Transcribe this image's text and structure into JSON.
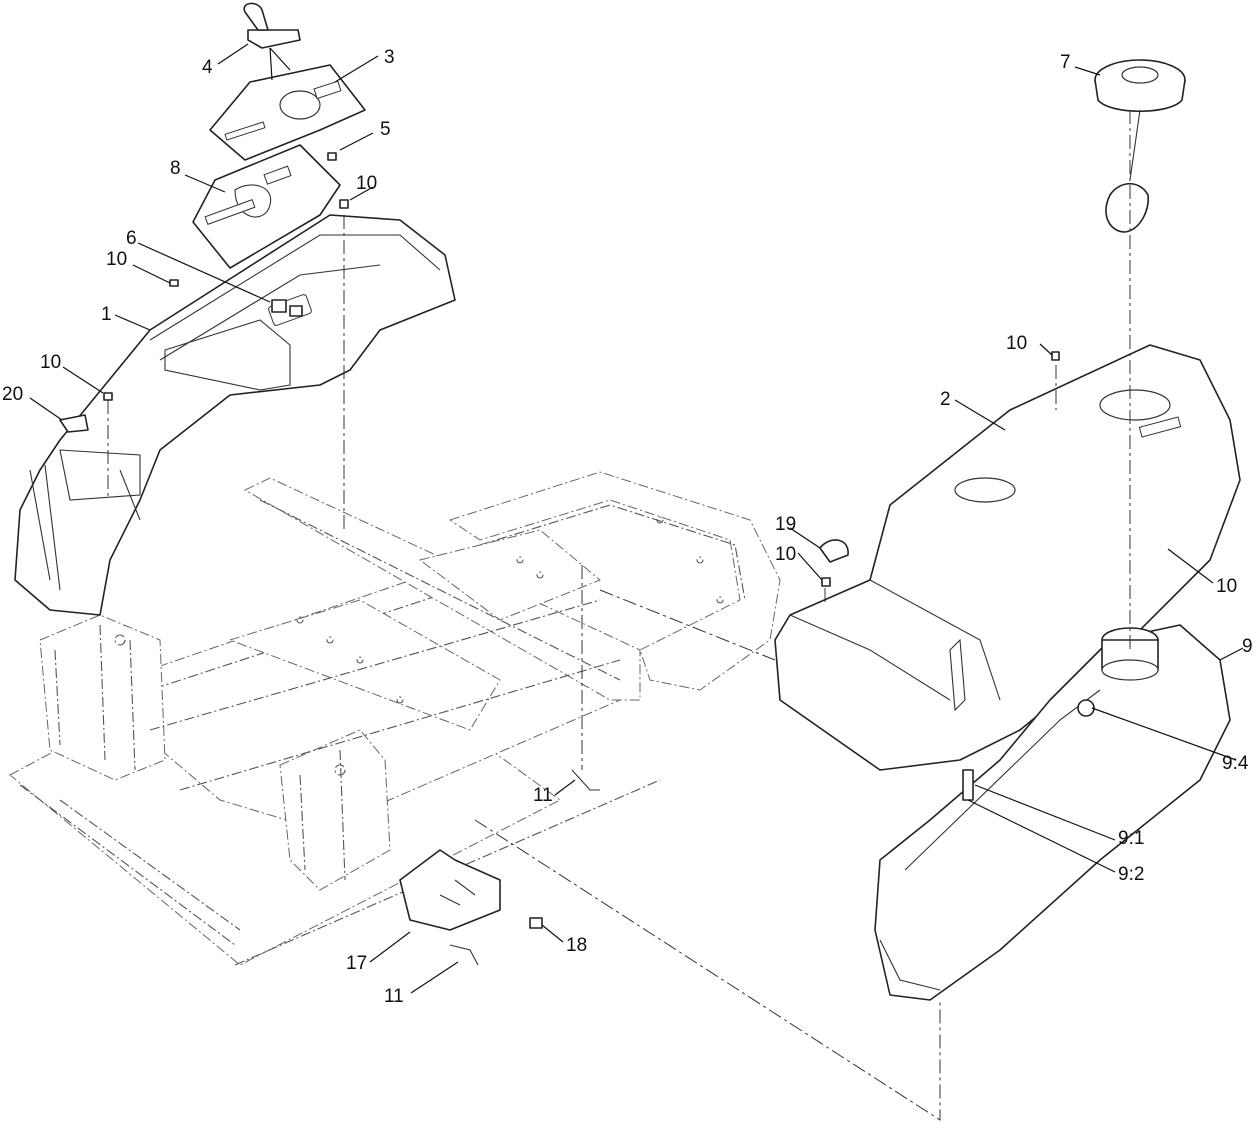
{
  "diagram": {
    "callouts": [
      "1",
      "2",
      "3",
      "4",
      "5",
      "6",
      "7",
      "8",
      "9",
      "10",
      "11",
      "17",
      "18",
      "19",
      "20",
      "9:1",
      "9:2",
      "9:4"
    ]
  }
}
